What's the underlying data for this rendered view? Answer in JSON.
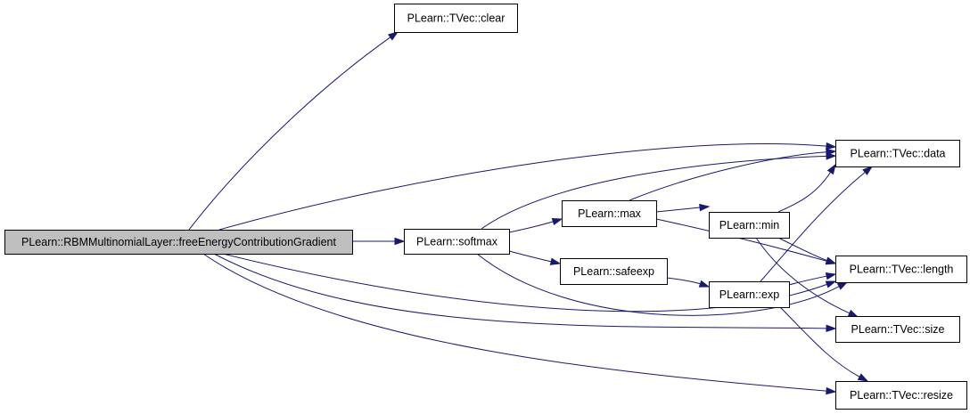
{
  "colors": {
    "edge": "#191970",
    "root_fill": "#bfbfbf",
    "node_fill": "#ffffff",
    "border": "#000000"
  },
  "nodes": [
    {
      "id": "root",
      "label": "PLearn::RBMMultinomialLayer::freeEnergyContributionGradient",
      "is_root": true
    },
    {
      "id": "clear",
      "label": "PLearn::TVec::clear"
    },
    {
      "id": "softmax",
      "label": "PLearn::softmax"
    },
    {
      "id": "data",
      "label": "PLearn::TVec::data"
    },
    {
      "id": "length",
      "label": "PLearn::TVec::length"
    },
    {
      "id": "size",
      "label": "PLearn::TVec::size"
    },
    {
      "id": "resize",
      "label": "PLearn::TVec::resize"
    },
    {
      "id": "max",
      "label": "PLearn::max"
    },
    {
      "id": "safeexp",
      "label": "PLearn::safeexp"
    },
    {
      "id": "min",
      "label": "PLearn::min"
    },
    {
      "id": "exp",
      "label": "PLearn::exp"
    }
  ],
  "edges": [
    {
      "from": "root",
      "to": "clear"
    },
    {
      "from": "root",
      "to": "data"
    },
    {
      "from": "root",
      "to": "softmax"
    },
    {
      "from": "root",
      "to": "length"
    },
    {
      "from": "root",
      "to": "size"
    },
    {
      "from": "root",
      "to": "resize"
    },
    {
      "from": "softmax",
      "to": "data"
    },
    {
      "from": "softmax",
      "to": "max"
    },
    {
      "from": "softmax",
      "to": "safeexp"
    },
    {
      "from": "softmax",
      "to": "length"
    },
    {
      "from": "max",
      "to": "data"
    },
    {
      "from": "max",
      "to": "min"
    },
    {
      "from": "max",
      "to": "length"
    },
    {
      "from": "min",
      "to": "data"
    },
    {
      "from": "min",
      "to": "length"
    },
    {
      "from": "min",
      "to": "size"
    },
    {
      "from": "safeexp",
      "to": "exp"
    },
    {
      "from": "exp",
      "to": "data"
    },
    {
      "from": "exp",
      "to": "length"
    },
    {
      "from": "exp",
      "to": "resize"
    }
  ]
}
